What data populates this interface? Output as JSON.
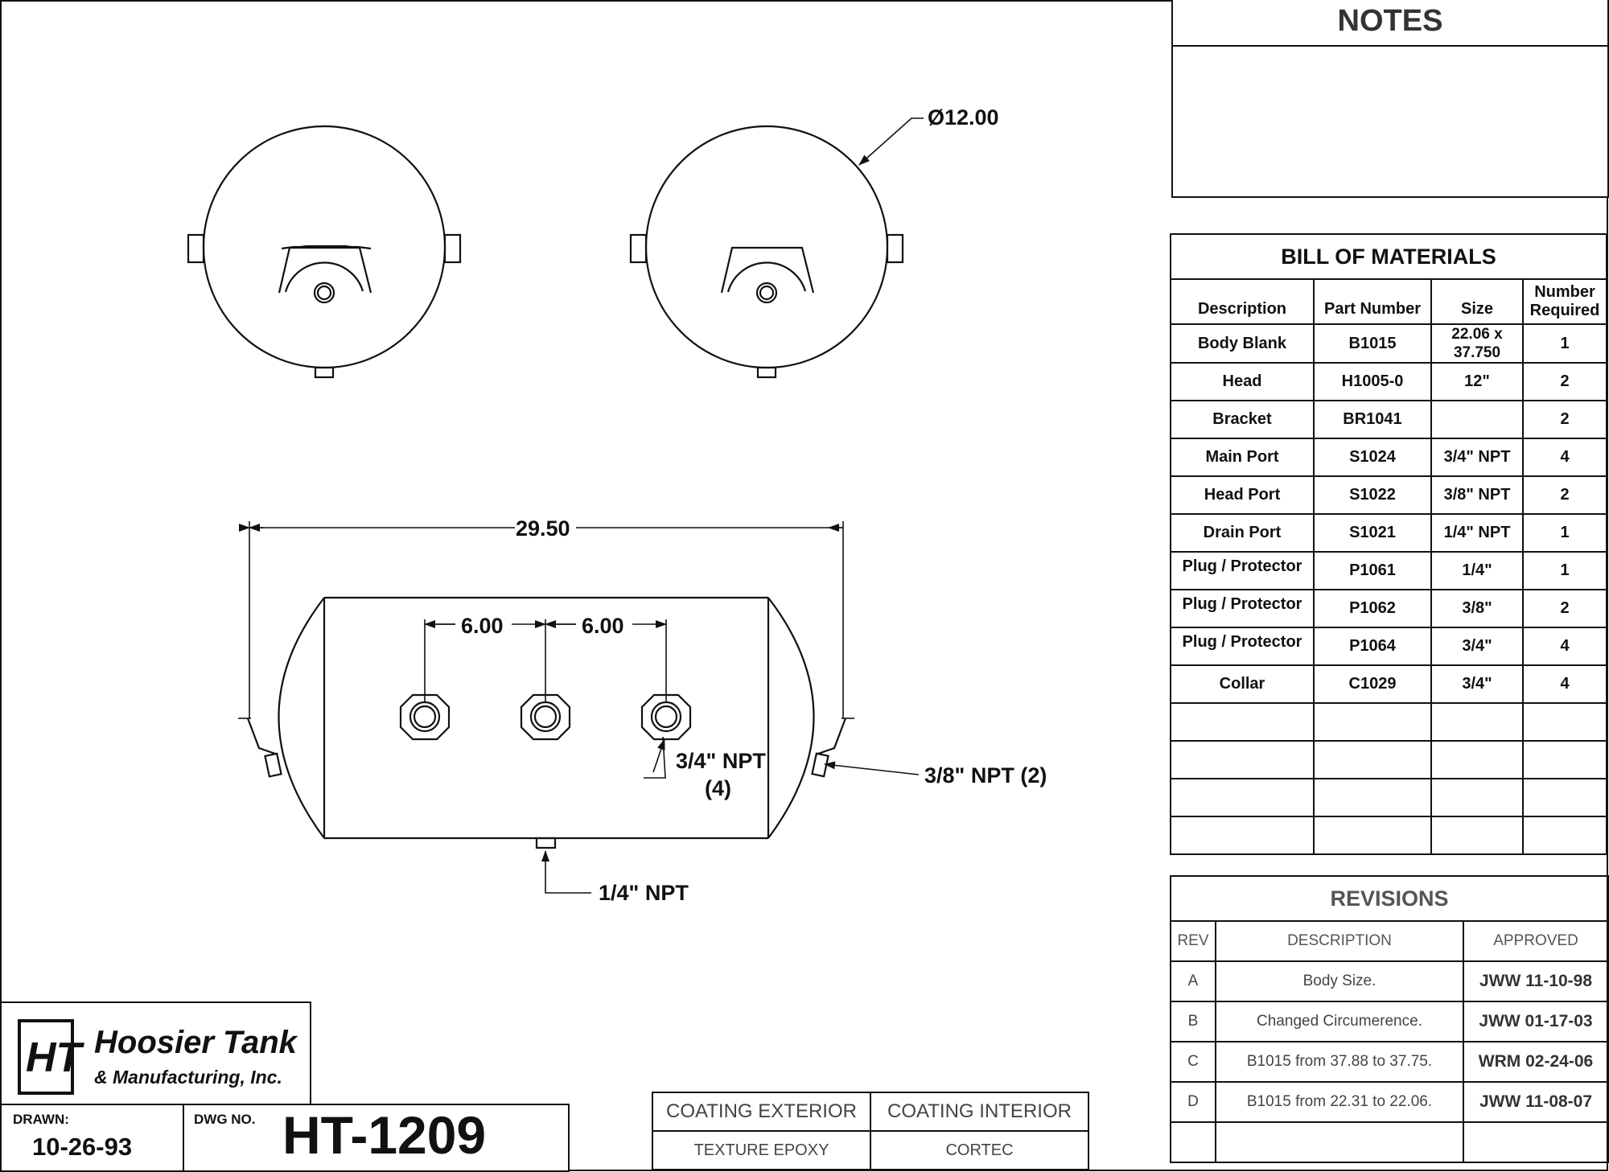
{
  "dimensions": {
    "diameter": "Ø12.00",
    "length": "29.50",
    "spacing_1": "6.00",
    "spacing_2": "6.00"
  },
  "callouts": {
    "main_port_line1": "3/4\" NPT",
    "main_port_line2": "(4)",
    "head_port": "3/8\" NPT (2)",
    "drain_port": "1/4\" NPT"
  },
  "notes": {
    "title": "NOTES"
  },
  "bom": {
    "title": "BILL OF MATERIALS",
    "headers": {
      "description": "Description",
      "part_number": "Part Number",
      "size": "Size",
      "number_line1": "Number",
      "number_line2": "Required"
    },
    "rows": [
      {
        "description": "Body Blank",
        "part_number": "B1015",
        "size_line1": "22.06 x",
        "size_line2": "37.750",
        "qty": "1"
      },
      {
        "description": "Head",
        "part_number": "H1005-0",
        "size": "12\"",
        "qty": "2"
      },
      {
        "description": "Bracket",
        "part_number": "BR1041",
        "size": "",
        "qty": "2"
      },
      {
        "description": "Main Port",
        "part_number": "S1024",
        "size": "3/4\" NPT",
        "qty": "4"
      },
      {
        "description": "Head Port",
        "part_number": "S1022",
        "size": "3/8\" NPT",
        "qty": "2"
      },
      {
        "description": "Drain Port",
        "part_number": "S1021",
        "size": "1/4\" NPT",
        "qty": "1"
      },
      {
        "description": "Plug / Protector",
        "part_number": "P1061",
        "size": "1/4\"",
        "qty": "1"
      },
      {
        "description": "Plug / Protector",
        "part_number": "P1062",
        "size": "3/8\"",
        "qty": "2"
      },
      {
        "description": "Plug / Protector",
        "part_number": "P1064",
        "size": "3/4\"",
        "qty": "4"
      },
      {
        "description": "Collar",
        "part_number": "C1029",
        "size": "3/4\"",
        "qty": "4"
      }
    ]
  },
  "revisions": {
    "title": "REVISIONS",
    "headers": {
      "rev": "REV",
      "description": "DESCRIPTION",
      "approved": "APPROVED"
    },
    "rows": [
      {
        "rev": "A",
        "description": "Body Size.",
        "approved": "JWW  11-10-98"
      },
      {
        "rev": "B",
        "description": "Changed Circumerence.",
        "approved": "JWW  01-17-03"
      },
      {
        "rev": "C",
        "description": "B1015 from 37.88 to 37.75.",
        "approved": "WRM  02-24-06"
      },
      {
        "rev": "D",
        "description": "B1015 from 22.31 to 22.06.",
        "approved": "JWW  11-08-07"
      }
    ]
  },
  "coating": {
    "exterior_label": "COATING EXTERIOR",
    "interior_label": "COATING INTERIOR",
    "exterior_value": "TEXTURE EPOXY",
    "interior_value": "CORTEC"
  },
  "title_block": {
    "logo_initials": "HT",
    "company_line1": "Hoosier Tank",
    "company_line2": "& Manufacturing, Inc.",
    "drawn_label": "DRAWN:",
    "drawn_date": "10-26-93",
    "dwg_label": "DWG NO.",
    "dwg_number": "HT-1209"
  }
}
